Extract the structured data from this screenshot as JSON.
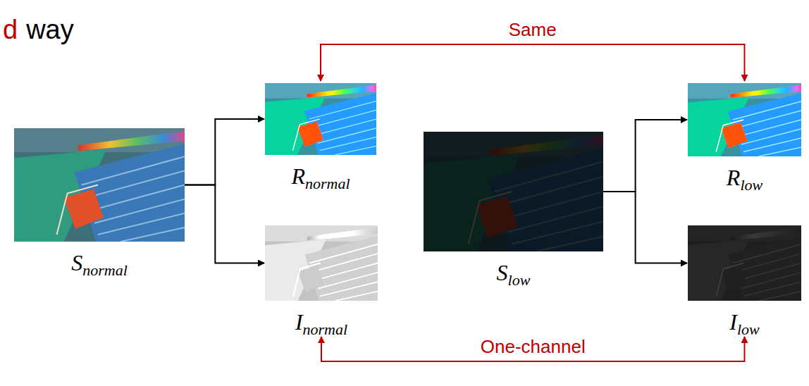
{
  "diagram": {
    "nodes": [
      {
        "text": [
          "Snormal"
        ]
      },
      {
        "text": [
          "Rnormal"
        ]
      },
      {
        "text": [
          "Inormal"
        ]
      },
      {
        "text": [
          "Slow"
        ]
      },
      {
        "text": [
          "Rlow"
        ]
      },
      {
        "text": [
          "Ilow"
        ]
      }
    ],
    "edges": [
      {
        "from": 0,
        "to": 1,
        "arrow": "to"
      },
      {
        "from": 0,
        "to": 2,
        "arrow": "to"
      },
      {
        "from": 3,
        "to": 4,
        "arrow": "to"
      },
      {
        "from": 3,
        "to": 5,
        "arrow": "to"
      },
      {
        "from": 1,
        "to": 4,
        "label": "Same",
        "arrow": "both"
      },
      {
        "from": 2,
        "to": 5,
        "label": "One-channel",
        "arrow": "both"
      }
    ],
    "labels": [
      "d",
      "way"
    ]
  }
}
